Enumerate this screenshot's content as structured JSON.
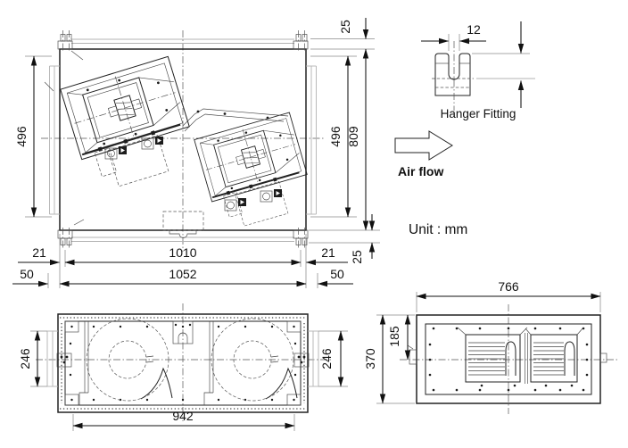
{
  "labels": {
    "hanger_fitting": "Hanger Fitting",
    "air_flow": "Air flow",
    "unit_note": "Unit : mm"
  },
  "dimensions": {
    "plan": {
      "top_offset": "25",
      "left_depth": "496",
      "right_depth": "496",
      "overall_depth": "809",
      "bottom_offset": "25",
      "left_edge": "21",
      "hanger_pitch": "1010",
      "right_edge": "21",
      "left_flange": "50",
      "overall_width": "1052",
      "right_flange": "50"
    },
    "hanger": {
      "slot_width": "12"
    },
    "front": {
      "left_opening": "246",
      "right_opening": "246",
      "base_width": "942"
    },
    "side": {
      "width": "766",
      "top_to_center": "185",
      "height": "370"
    }
  },
  "colors": {
    "line": "#222222",
    "dim": "#111111",
    "aux_gray": "#b3b3b3",
    "background": "#ffffff"
  }
}
